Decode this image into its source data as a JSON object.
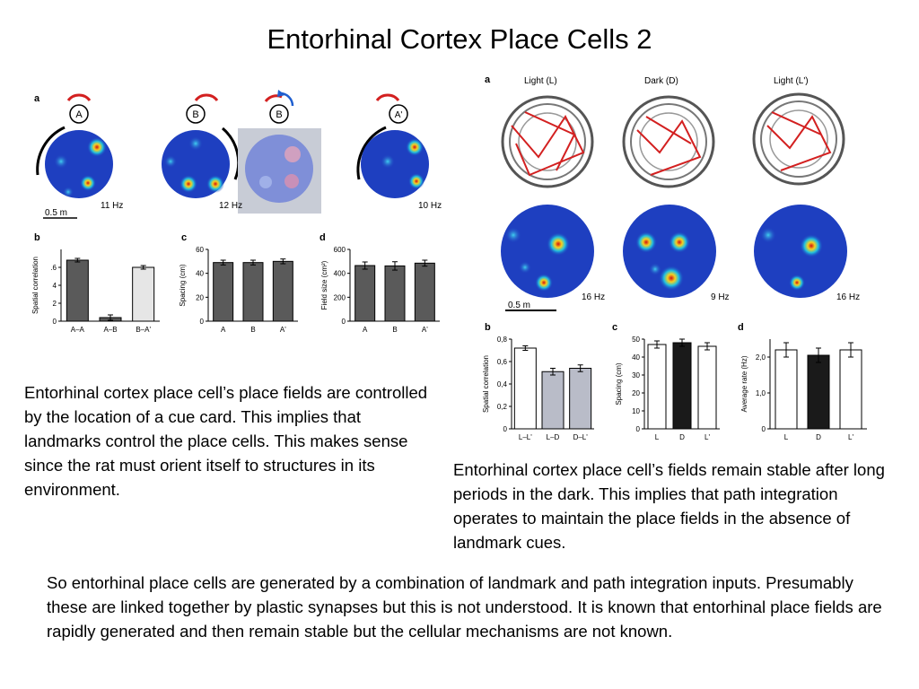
{
  "slide": {
    "title": "Entorhinal Cortex Place Cells 2",
    "paragraph_left": "Entorhinal cortex place cell’s place fields are controlled by the location of a cue card. This implies that landmarks control the place cells. This makes sense since the rat must orient itself to structures in its environment.",
    "paragraph_right": "Entorhinal cortex place cell’s fields remain stable after long periods in the dark. This implies that path integration operates to maintain the place fields in the absence of landmark cues.",
    "paragraph_bottom": "So entorhinal place cells are generated by a combination of landmark and path integration inputs. Presumably these are linked together by plastic synapses but this is not understood. It is known that entorhinal place fields are rapidly generated and then remain stable but the cellular mechanisms are not known."
  },
  "figure_left": {
    "panel_a": {
      "letter": "a",
      "cue_labels": [
        "A",
        "B",
        "B",
        "A'"
      ],
      "rates": [
        "11 Hz",
        "12 Hz",
        "",
        "10 Hz"
      ],
      "scale_bar": "0.5 m"
    },
    "panel_b_letter": "b",
    "panel_c_letter": "c",
    "panel_d_letter": "d"
  },
  "figure_right": {
    "panel_a": {
      "letter": "a",
      "conditions": [
        "Light (L)",
        "Dark (D)",
        "Light (L')"
      ],
      "rates": [
        "16 Hz",
        "9 Hz",
        "16 Hz"
      ],
      "scale_bar": "0.5 m"
    },
    "panel_b_letter": "b",
    "panel_c_letter": "c",
    "panel_d_letter": "d"
  },
  "chart_data": [
    {
      "id": "left-b",
      "type": "bar",
      "ylabel": "Spatial correlation",
      "ylim": [
        0,
        0.8
      ],
      "yticks": [
        0,
        0.2,
        0.4,
        0.6
      ],
      "tick_labels": [
        "0",
        "2",
        "4",
        ".6"
      ],
      "categories": [
        "A–A",
        "A–B",
        "B–A'"
      ],
      "values": [
        0.68,
        0.04,
        0.6
      ],
      "errors": [
        0.02,
        0.03,
        0.02
      ],
      "colors": [
        "#5a5a5a",
        "#5a5a5a",
        "#e6e6e6"
      ]
    },
    {
      "id": "left-c",
      "type": "bar",
      "ylabel": "Spacing (cm)",
      "ylim": [
        0,
        60
      ],
      "yticks": [
        0,
        20,
        40,
        60
      ],
      "tick_labels": [
        "0",
        "20",
        "40",
        "60"
      ],
      "categories": [
        "A",
        "B",
        "A'"
      ],
      "values": [
        49,
        49,
        50
      ],
      "errors": [
        2,
        2,
        2
      ],
      "colors": [
        "#5a5a5a",
        "#5a5a5a",
        "#5a5a5a"
      ]
    },
    {
      "id": "left-d",
      "type": "bar",
      "ylabel": "Field size (cm²)",
      "ylim": [
        0,
        600
      ],
      "yticks": [
        0,
        200,
        400,
        600
      ],
      "tick_labels": [
        "0",
        "200",
        "400",
        "600"
      ],
      "categories": [
        "A",
        "B",
        "A'"
      ],
      "values": [
        465,
        462,
        485
      ],
      "errors": [
        30,
        35,
        25
      ],
      "colors": [
        "#5a5a5a",
        "#5a5a5a",
        "#5a5a5a"
      ]
    },
    {
      "id": "right-b",
      "type": "bar",
      "ylabel": "Spatial correlation",
      "ylim": [
        0,
        0.8
      ],
      "yticks": [
        0,
        0.2,
        0.4,
        0.6,
        0.8
      ],
      "tick_labels": [
        "0",
        "0,2",
        "0,4",
        "0,6",
        "0,8"
      ],
      "categories": [
        "L–L'",
        "L–D",
        "D–L'"
      ],
      "values": [
        0.72,
        0.51,
        0.54
      ],
      "errors": [
        0.02,
        0.03,
        0.03
      ],
      "colors": [
        "#ffffff",
        "#b9bcc8",
        "#b9bcc8"
      ]
    },
    {
      "id": "right-c",
      "type": "bar",
      "ylabel": "Spacing (cm)",
      "ylim": [
        0,
        50
      ],
      "yticks": [
        0,
        10,
        20,
        30,
        40,
        50
      ],
      "tick_labels": [
        "0",
        "10",
        "20",
        "30",
        "40",
        "50"
      ],
      "categories": [
        "L",
        "D",
        "L'"
      ],
      "values": [
        47,
        48,
        46
      ],
      "errors": [
        2,
        2,
        2
      ],
      "colors": [
        "#ffffff",
        "#1a1a1a",
        "#ffffff"
      ]
    },
    {
      "id": "right-d",
      "type": "bar",
      "ylabel": "Average rate (Hz)",
      "ylim": [
        0,
        2.5
      ],
      "yticks": [
        0,
        1.0,
        2.0
      ],
      "tick_labels": [
        "0",
        "1,0",
        "2,0"
      ],
      "categories": [
        "L",
        "D",
        "L'"
      ],
      "values": [
        2.2,
        2.05,
        2.2
      ],
      "errors": [
        0.2,
        0.2,
        0.2
      ],
      "colors": [
        "#ffffff",
        "#1a1a1a",
        "#ffffff"
      ]
    }
  ]
}
